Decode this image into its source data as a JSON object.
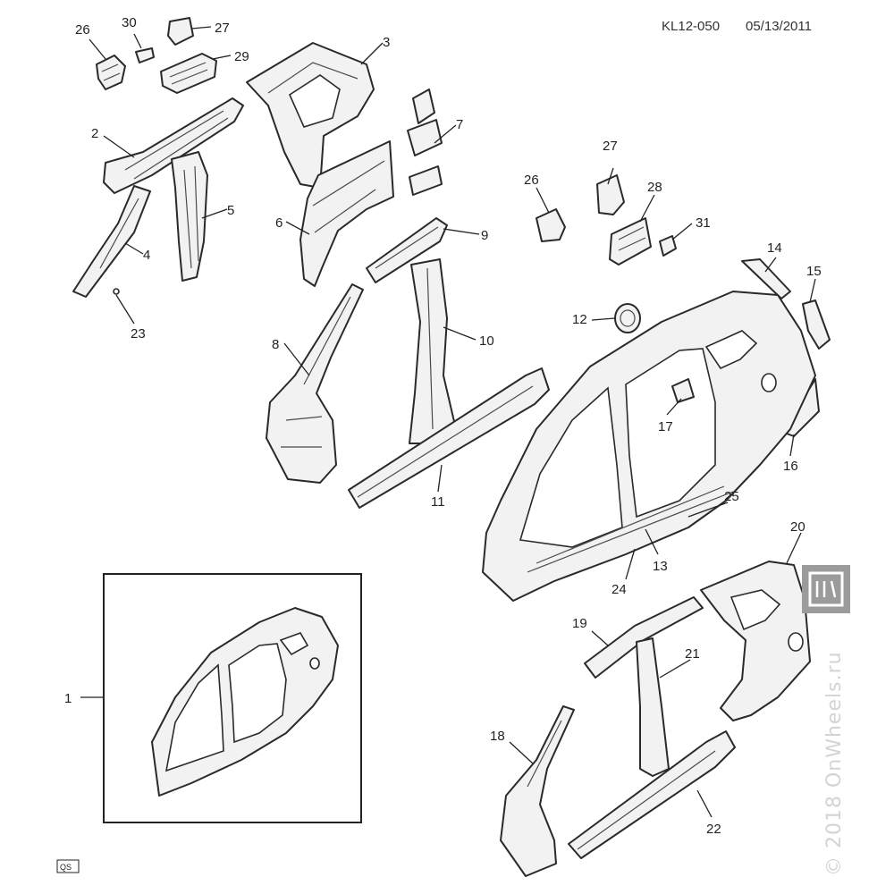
{
  "header": {
    "diagram_code": "KL12-050",
    "date": "05/13/2011"
  },
  "watermark": {
    "text": "© 2018 OnWheels.ru"
  },
  "footer": {
    "view_tag": "QS"
  },
  "callouts": {
    "c1": "1",
    "c2": "2",
    "c3": "3",
    "c4": "4",
    "c5": "5",
    "c6": "6",
    "c7": "7",
    "c8": "8",
    "c9": "9",
    "c10": "10",
    "c11": "11",
    "c12": "12",
    "c13": "13",
    "c14": "14",
    "c15": "15",
    "c16": "16",
    "c17": "17",
    "c18": "18",
    "c19": "19",
    "c20": "20",
    "c21": "21",
    "c22": "22",
    "c23": "23",
    "c24": "24",
    "c25": "25",
    "c26a": "26",
    "c26b": "26",
    "c27a": "27",
    "c27b": "27",
    "c28": "28",
    "c29": "29",
    "c30": "30",
    "c31": "31"
  },
  "colors": {
    "line": "#2a2a2a",
    "part_fill": "#f2f2f2",
    "brand_badge": "#9b9b9b"
  },
  "icons": {
    "brand_badge": "gm-logo-icon"
  }
}
